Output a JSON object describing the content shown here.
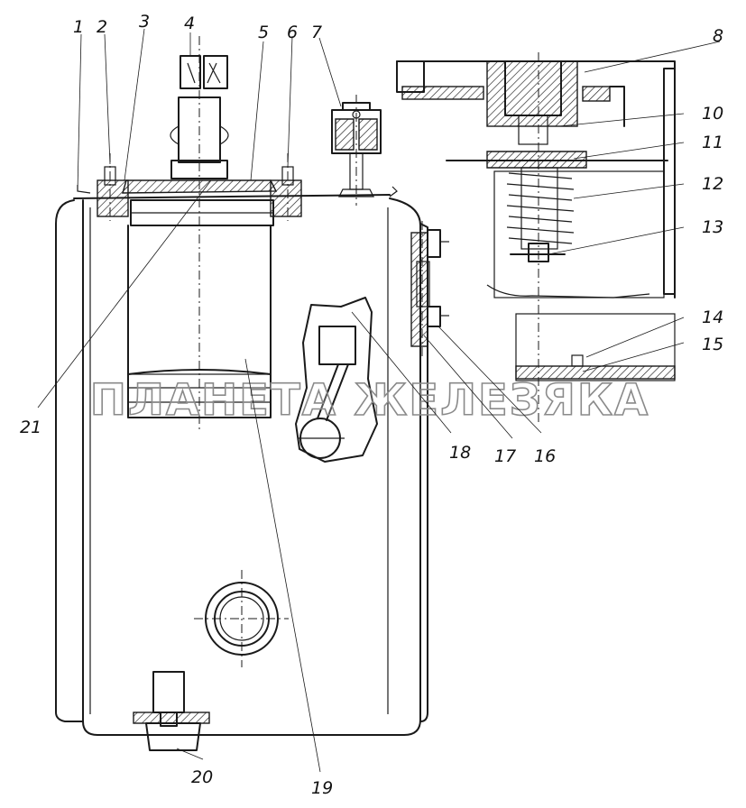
{
  "callouts": [
    "1",
    "2",
    "3",
    "4",
    "5",
    "6",
    "7",
    "8",
    "10",
    "11",
    "12",
    "13",
    "14",
    "15",
    "16",
    "17",
    "18",
    "19",
    "20",
    "21"
  ],
  "watermark": "ПЛАНЕТА ЖЕЛЕЗЯКА"
}
